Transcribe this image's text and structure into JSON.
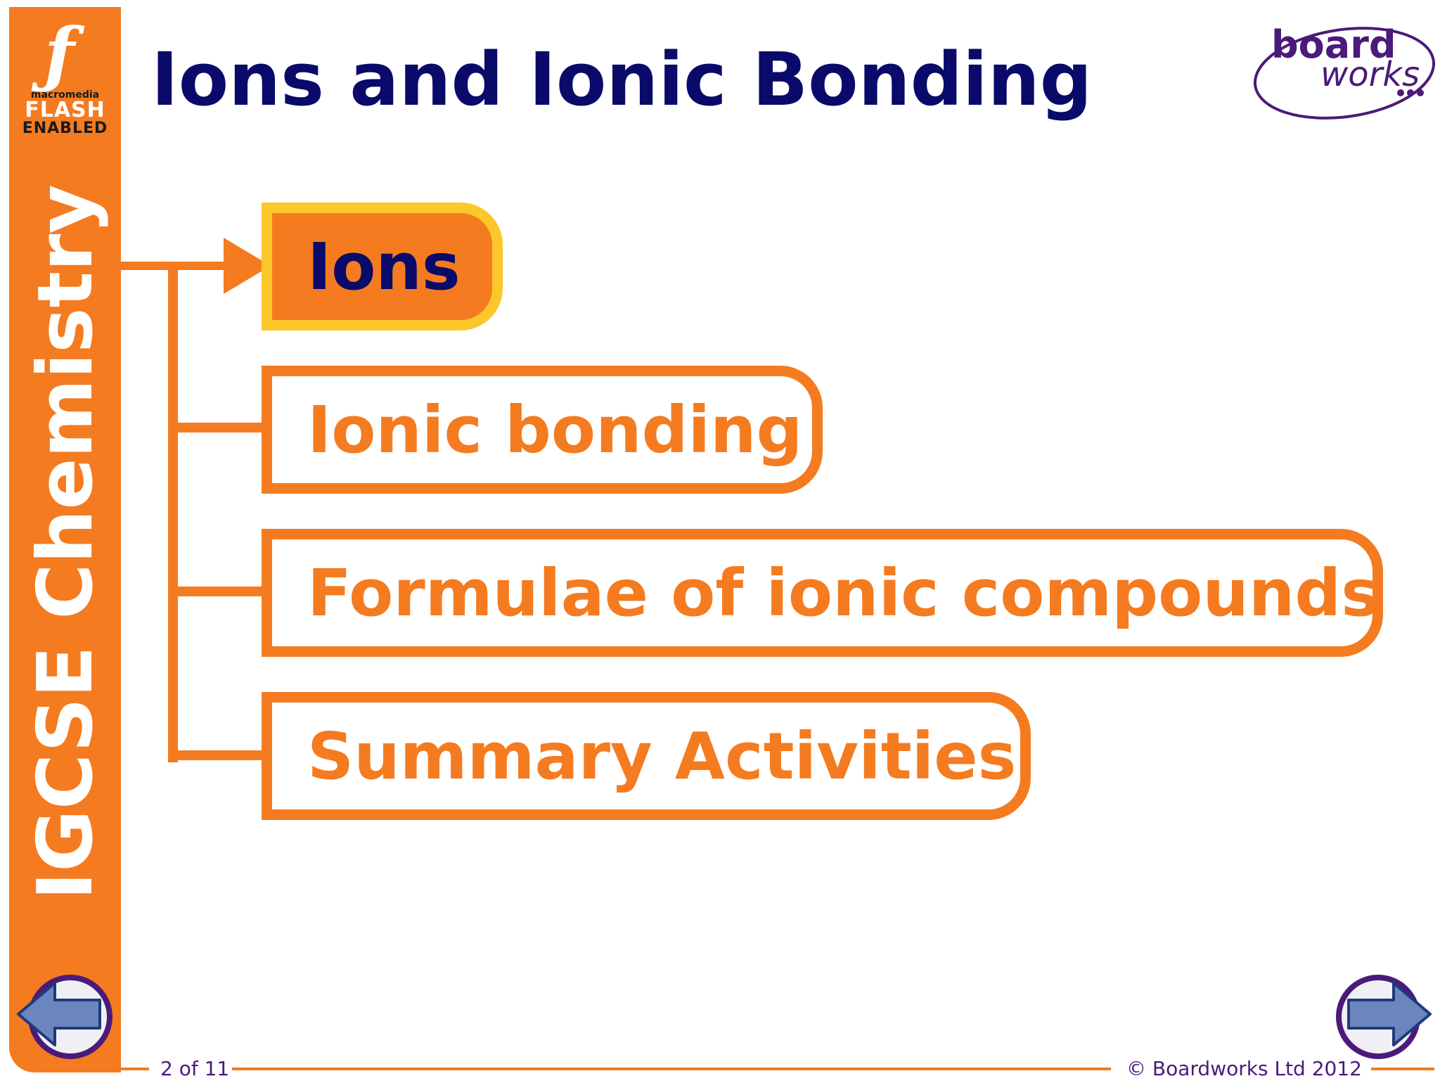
{
  "sidebar": {
    "subject": "IGCSE Chemistry",
    "flash_badge": {
      "macro": "macromedia",
      "flash": "FLASH",
      "enabled": "ENABLED"
    }
  },
  "header": {
    "title": "Ions and Ionic Bonding",
    "logo": {
      "line1": "board",
      "line2": "works"
    }
  },
  "menu": {
    "items": [
      {
        "label": "Ions",
        "active": true
      },
      {
        "label": "Ionic bonding",
        "active": false
      },
      {
        "label": "Formulae of ionic compounds",
        "active": false
      },
      {
        "label": "Summary Activities",
        "active": false
      }
    ]
  },
  "footer": {
    "page": "2 of 11",
    "copyright": "© Boardworks Ltd 2012"
  },
  "nav": {
    "prev_icon": "back-arrow-icon",
    "next_icon": "forward-arrow-icon"
  },
  "colors": {
    "orange": "#f47b20",
    "navy": "#0a0a6a",
    "yellow": "#fcc72a",
    "purple": "#4b1a7a",
    "nav_blue": "#6b86bf"
  }
}
